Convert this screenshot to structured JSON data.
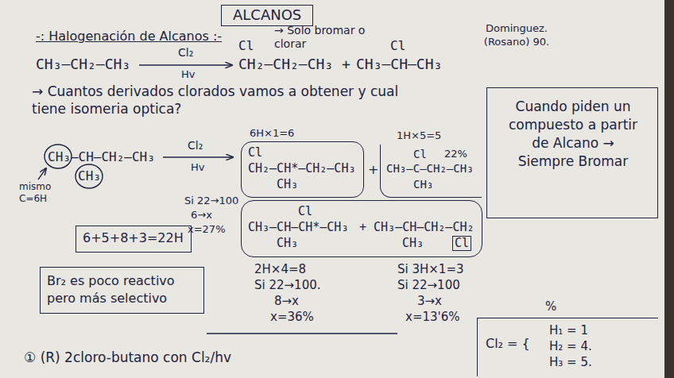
{
  "diagram": {
    "title": "ALCANOS",
    "nodes": [
      {
        "text": [
          "Cuando piden un compuesto a partir de Alcano → Siempre Bromar"
        ]
      },
      {
        "text": [
          "6H×1=6",
          "Cl",
          "CH₂–CH*–CH₂–CH₃",
          "CH₃"
        ]
      },
      {
        "text": [
          "1H×5=5",
          "Cl",
          "22%",
          "CH₃–C–CH₂–CH₃",
          "CH₃"
        ]
      },
      {
        "text": [
          "Cl",
          "CH₃–CH–CH*–CH₃",
          "CH₃",
          "+ CH₃–CH–CH₂–CH₂",
          "CH₃",
          "Cl"
        ]
      },
      {
        "text": [
          "6+5+8+3=22H"
        ]
      },
      {
        "text": [
          "Br₂ es poco reactivo pero más selectivo"
        ]
      },
      {
        "text": [
          "%",
          "Cl₂ = {",
          "H₁ = 1",
          "H₂ = 4.",
          "H₃ = 5."
        ]
      }
    ],
    "labels": [
      "-: Halogenación de Alcanos :-",
      "→ Solo bromar o clorar",
      "CH₃–CH₂–CH₃",
      "Cl₂",
      "Hv",
      "Cl",
      "CH₂–CH₂–CH₃",
      "+",
      "CH₃–CH–CH₃",
      "Cl",
      "Dominguez. (Rosano) 90.",
      "→ Cuantos derivados clorados vamos a obtener y cual tiene isomeria optica?",
      "CH₃–CH–CH₂–CH₃",
      "CH₃",
      "mismo C=6H",
      "Cl₂",
      "Hv",
      "+",
      "Si 22→100",
      "6→x",
      "x=27%",
      "2H×4=8",
      "Si 22→100.",
      "8→x",
      "x=36%",
      "Si 3H×1=3",
      "Si 22→100",
      "3→x",
      "x=13'6%",
      "① (R) 2cloro-butano con Cl₂/hv"
    ]
  }
}
